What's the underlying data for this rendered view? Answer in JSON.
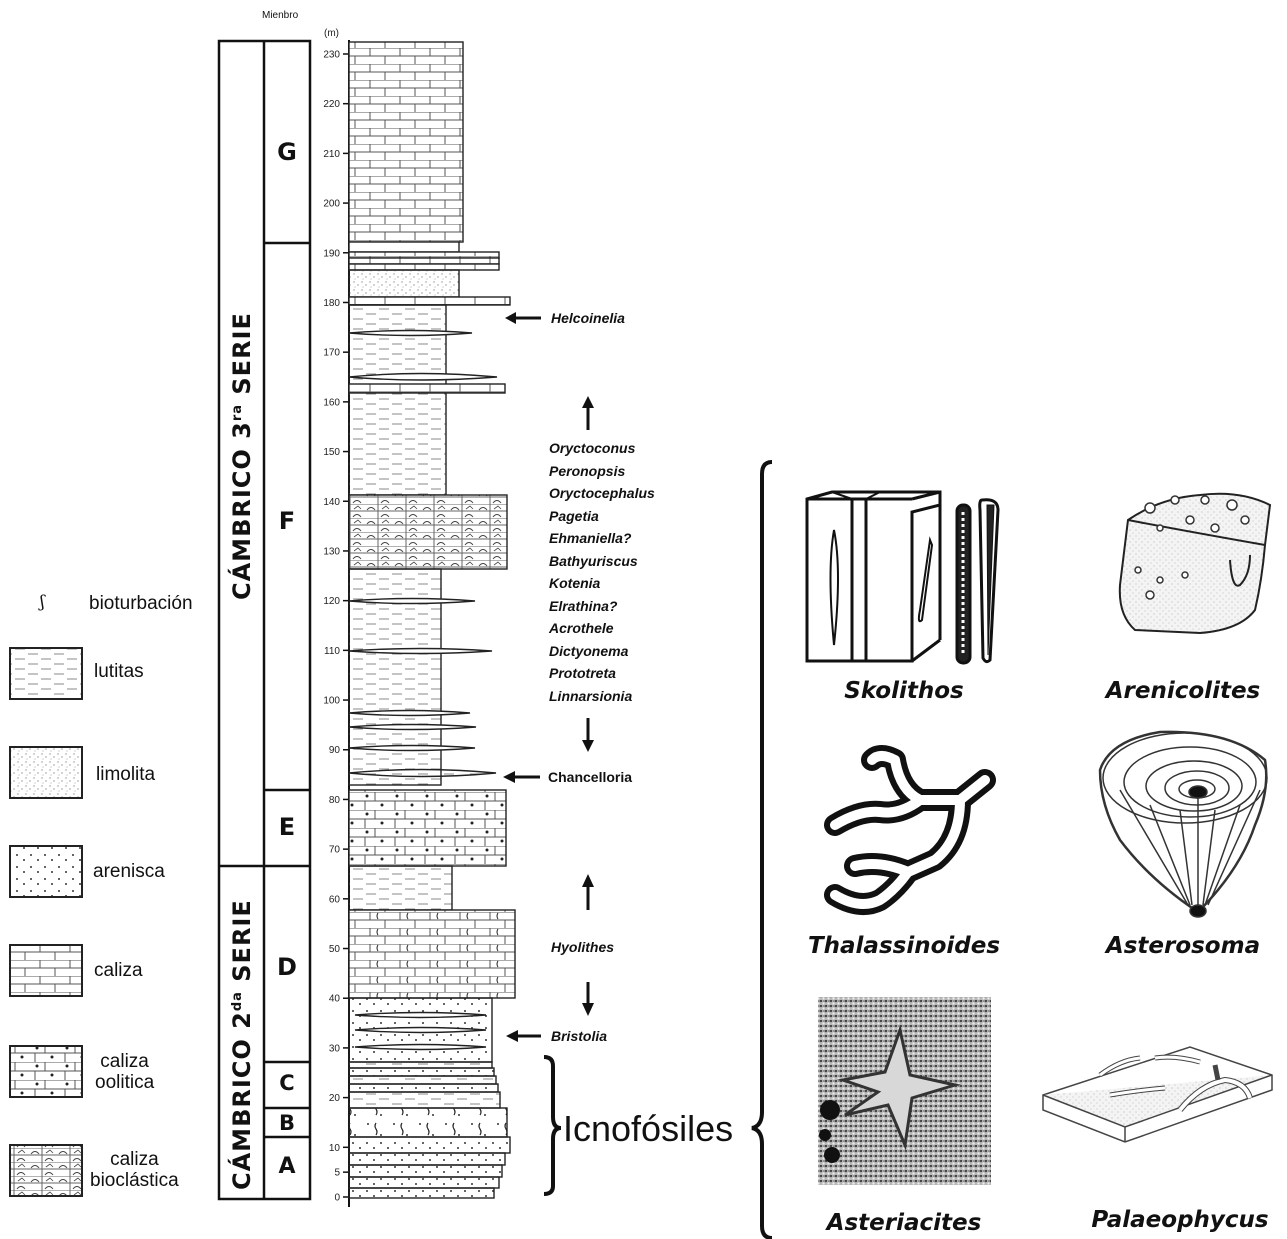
{
  "column_header": "Mienbro",
  "unit_label": "(m)",
  "depth_ticks": [
    0,
    5,
    10,
    20,
    30,
    40,
    50,
    60,
    70,
    80,
    90,
    100,
    110,
    120,
    130,
    140,
    150,
    160,
    170,
    180,
    190,
    200,
    210,
    220,
    230
  ],
  "series": [
    {
      "prefix": "CÁMBRICO 2",
      "superscript": "da",
      "suffix": " SERIE"
    },
    {
      "prefix": "CÁMBRICO 3",
      "superscript": "ra",
      "suffix": " SERIE"
    }
  ],
  "members": [
    "G",
    "F",
    "E",
    "D",
    "C",
    "B",
    "A"
  ],
  "legend": {
    "bioturbation_symbol": "ʃ",
    "bioturbation": "bioturbación",
    "lutitas": "lutitas",
    "limolita": "limolita",
    "arenisca": "arenisca",
    "caliza": "caliza",
    "caliza_oolitica": "caliza\noolitica",
    "caliza_bioclastica": "caliza\nbioclástica"
  },
  "fossils": {
    "helcoinelia": "Helcoinelia",
    "range_list": [
      "Oryctoconus",
      "Peronopsis",
      "Oryctocephalus",
      "Pagetia",
      "Ehmaniella?",
      "Bathyuriscus",
      "Kotenia",
      "Elrathina?",
      "Acrothele",
      "Dictyonema",
      "Prototreta",
      "Linnarsionia"
    ],
    "chancelloria": "Chancelloria",
    "hyolithes": "Hyolithes",
    "bristolia": "Bristolia"
  },
  "icnofosiles_label": "Icnofósiles",
  "trace_fossils": [
    "Skolithos",
    "Arenicolites",
    "Thalassinoides",
    "Asterosoma",
    "Asteriacites",
    "Palaeophycus"
  ]
}
